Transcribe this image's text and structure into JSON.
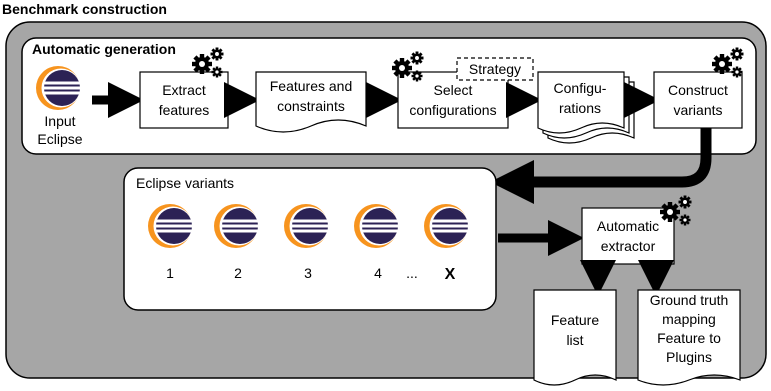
{
  "title": "Benchmark construction",
  "automatic_generation": {
    "heading": "Automatic generation",
    "input": {
      "line1": "Input",
      "line2": "Eclipse"
    },
    "extract": {
      "line1": "Extract",
      "line2": "features"
    },
    "features_doc": {
      "line1": "Features and",
      "line2": "constraints"
    },
    "strategy": "Strategy",
    "select": {
      "line1": "Select",
      "line2": "configurations"
    },
    "configs": {
      "line1": "Configu-",
      "line2": "rations"
    },
    "construct": {
      "line1": "Construct",
      "line2": "variants"
    }
  },
  "eclipse_variants": {
    "heading": "Eclipse variants",
    "numbers": [
      "1",
      "2",
      "3",
      "4"
    ],
    "ellipsis": "...",
    "last": "X"
  },
  "extractor": {
    "line1": "Automatic",
    "line2": "extractor"
  },
  "feature_list": {
    "line1": "Feature",
    "line2": "list"
  },
  "ground_truth": {
    "line1": "Ground truth",
    "line2": "mapping",
    "line3": "Feature to",
    "line4": "Plugins"
  },
  "icons": {
    "eclipse": "eclipse-logo-icon",
    "gears": "gears-icon"
  },
  "colors": {
    "outer_bg": "#a6a6a6",
    "eclipse_blue": "#2c2255",
    "eclipse_orange": "#f7941e"
  }
}
